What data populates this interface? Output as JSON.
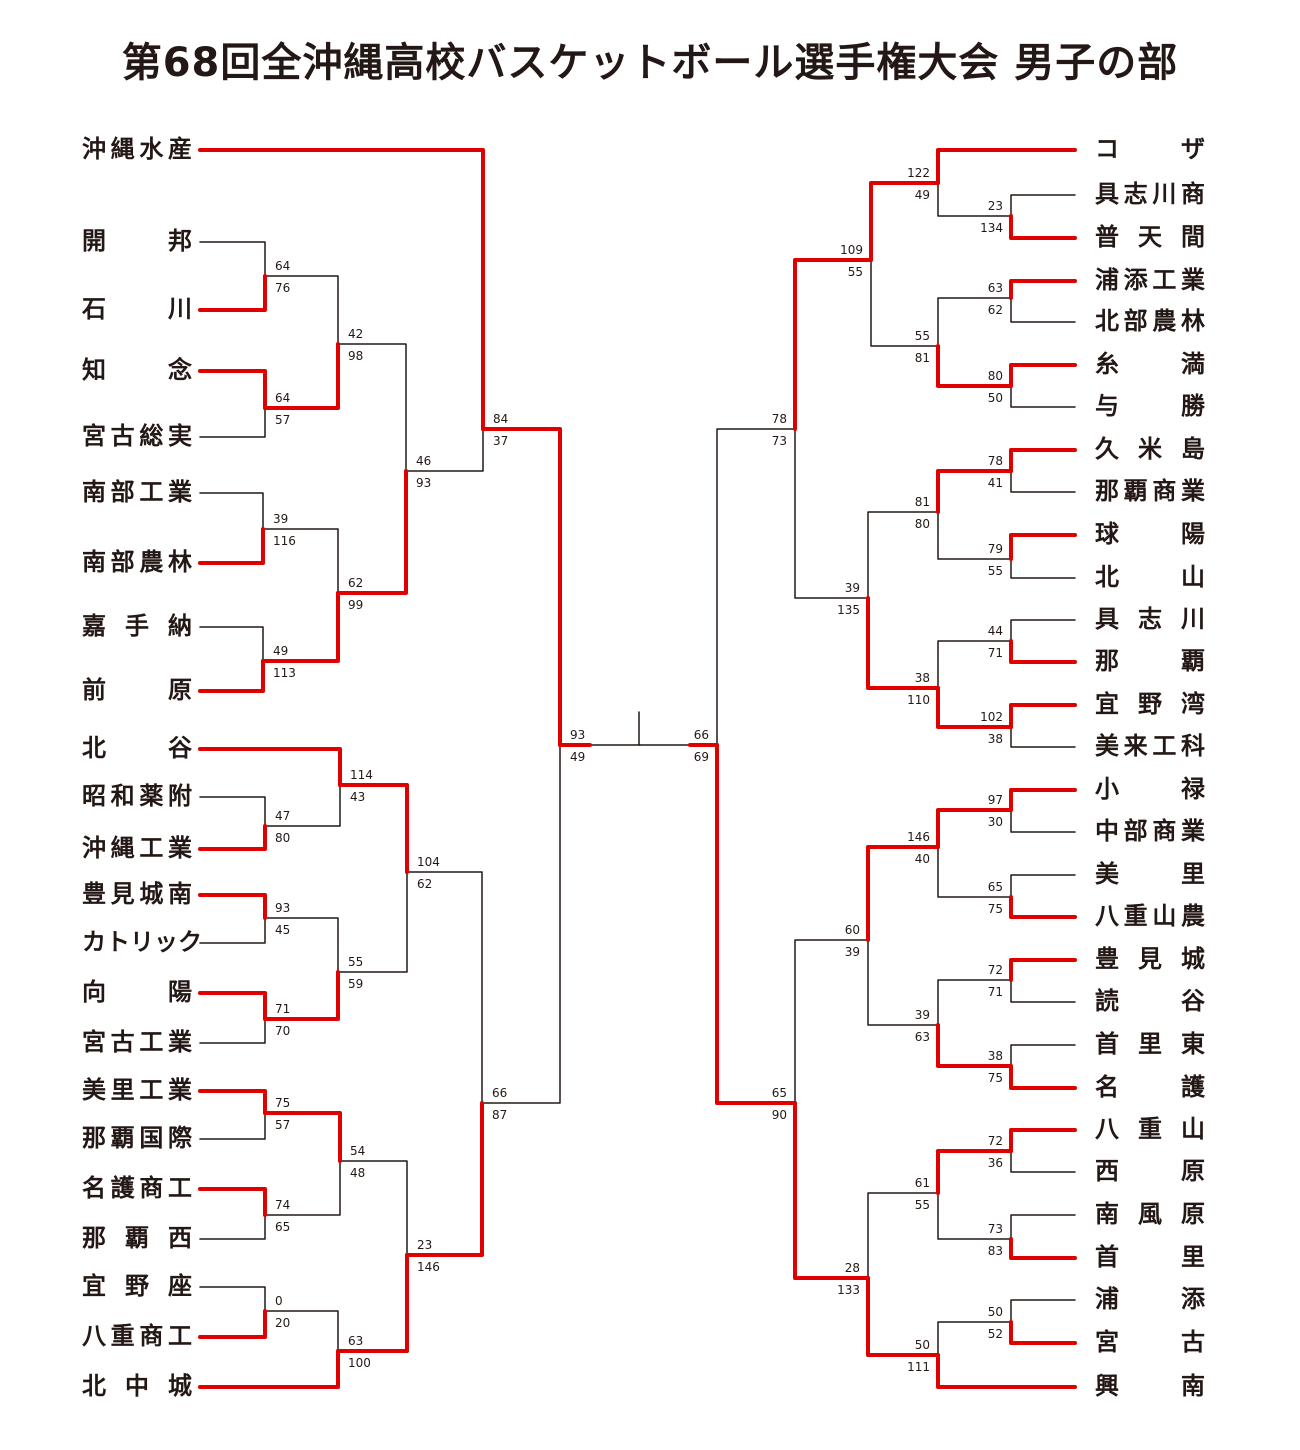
{
  "title": "第68回全沖縄高校バスケットボール選手権大会 男子の部",
  "colors": {
    "winner_line": "#e00000",
    "loser_line": "#231815"
  },
  "left_teams": [
    "沖縄水産",
    "開邦",
    "石川",
    "知念",
    "宮古総実",
    "南部工業",
    "南部農林",
    "嘉手納",
    "前原",
    "北谷",
    "昭和薬附",
    "沖縄工業",
    "豊見城南",
    "カトリック",
    "向陽",
    "宮古工業",
    "美里工業",
    "那覇国際",
    "名護商工",
    "那覇西",
    "宜野座",
    "八重商工",
    "北中城"
  ],
  "right_teams": [
    "コザ",
    "具志川商",
    "普天間",
    "浦添工業",
    "北部農林",
    "糸満",
    "与勝",
    "久米島",
    "那覇商業",
    "球陽",
    "北山",
    "具志川",
    "那覇",
    "宜野湾",
    "美来工科",
    "小禄",
    "中部商業",
    "美里",
    "八重山農",
    "豊見城",
    "読谷",
    "首里東",
    "名護",
    "八重山",
    "西原",
    "南風原",
    "首里",
    "浦添",
    "宮古",
    "興南"
  ],
  "left_matches": [
    {
      "scores": [
        64,
        76
      ]
    },
    {
      "scores": [
        64,
        57
      ]
    },
    {
      "scores": [
        39,
        116
      ]
    },
    {
      "scores": [
        49,
        113
      ]
    },
    {
      "scores": [
        42,
        98
      ]
    },
    {
      "scores": [
        62,
        99
      ]
    },
    {
      "scores": [
        46,
        93
      ]
    },
    {
      "scores": [
        84,
        37
      ]
    },
    {
      "scores": [
        47,
        80
      ]
    },
    {
      "scores": [
        114,
        43
      ]
    },
    {
      "scores": [
        93,
        45
      ]
    },
    {
      "scores": [
        71,
        70
      ]
    },
    {
      "scores": [
        55,
        59
      ]
    },
    {
      "scores": [
        104,
        62
      ]
    },
    {
      "scores": [
        75,
        57
      ]
    },
    {
      "scores": [
        74,
        65
      ]
    },
    {
      "scores": [
        54,
        48
      ]
    },
    {
      "scores": [
        0,
        20
      ]
    },
    {
      "scores": [
        63,
        100
      ]
    },
    {
      "scores": [
        23,
        146
      ]
    },
    {
      "scores": [
        66,
        87
      ]
    },
    {
      "scores": [
        93,
        49
      ]
    }
  ],
  "right_matches": [
    {
      "scores": [
        23,
        134
      ]
    },
    {
      "scores": [
        122,
        49
      ]
    },
    {
      "scores": [
        63,
        62
      ]
    },
    {
      "scores": [
        80,
        50
      ]
    },
    {
      "scores": [
        55,
        81
      ]
    },
    {
      "scores": [
        109,
        55
      ]
    },
    {
      "scores": [
        78,
        41
      ]
    },
    {
      "scores": [
        79,
        55
      ]
    },
    {
      "scores": [
        81,
        80
      ]
    },
    {
      "scores": [
        44,
        71
      ]
    },
    {
      "scores": [
        102,
        38
      ]
    },
    {
      "scores": [
        38,
        110
      ]
    },
    {
      "scores": [
        39,
        135
      ]
    },
    {
      "scores": [
        78,
        73
      ]
    },
    {
      "scores": [
        97,
        30
      ]
    },
    {
      "scores": [
        65,
        75
      ]
    },
    {
      "scores": [
        146,
        40
      ]
    },
    {
      "scores": [
        72,
        71
      ]
    },
    {
      "scores": [
        38,
        75
      ]
    },
    {
      "scores": [
        39,
        63
      ]
    },
    {
      "scores": [
        60,
        39
      ]
    },
    {
      "scores": [
        72,
        36
      ]
    },
    {
      "scores": [
        73,
        83
      ]
    },
    {
      "scores": [
        61,
        55
      ]
    },
    {
      "scores": [
        50,
        52
      ]
    },
    {
      "scores": [
        50,
        111
      ]
    },
    {
      "scores": [
        28,
        133
      ]
    },
    {
      "scores": [
        65,
        90
      ]
    },
    {
      "scores": [
        66,
        69
      ]
    }
  ]
}
